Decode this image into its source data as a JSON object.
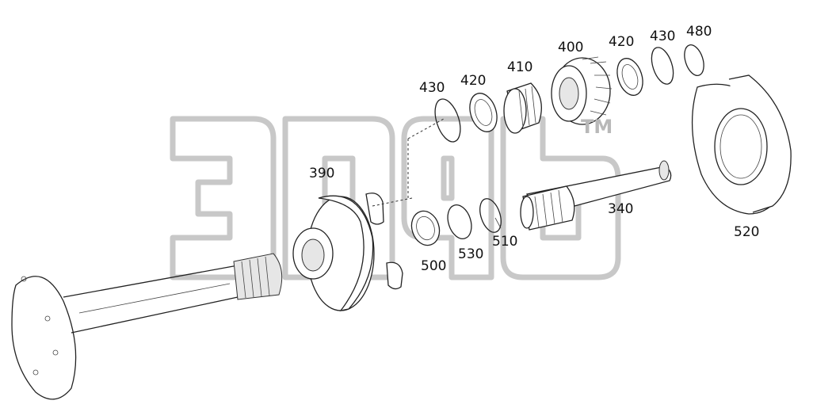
{
  "watermark": {
    "tm": "TM"
  },
  "callouts": {
    "c390": "390",
    "c430a": "430",
    "c420a": "420",
    "c410": "410",
    "c400": "400",
    "c420b": "420",
    "c430b": "430",
    "c480": "480",
    "c340": "340",
    "c520": "520",
    "c500": "500",
    "c530": "530",
    "c510": "510"
  },
  "colors": {
    "line": "#222222",
    "watermark": "#c8c8c8",
    "background": "#ffffff"
  }
}
